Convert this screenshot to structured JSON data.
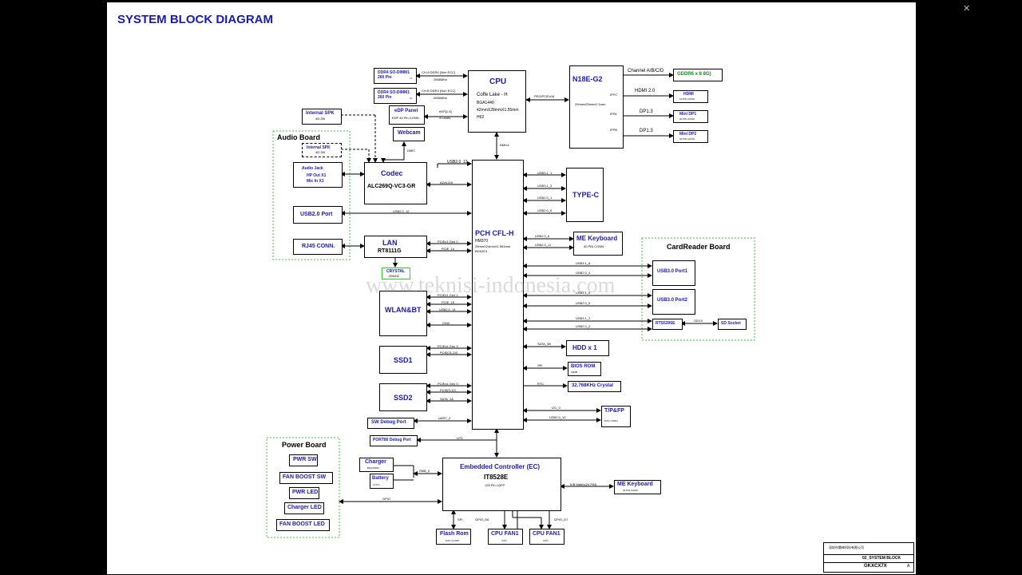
{
  "title": "SYSTEM BLOCK DIAGRAM",
  "watermark": "www.teknisi-indonesia.com",
  "groups": {
    "audio": "Audio Board",
    "cardreader": "CardReader Board",
    "power": "Power Board"
  },
  "cpu": {
    "name": "CPU",
    "sub": "Coffe Lake - H",
    "pkg": "BGA1440",
    "dim": "42mmX28mmX1.55mm",
    "sku": "H62"
  },
  "gpu": {
    "name": "N18E-G2",
    "dim": "29mmx29mmx2.1mm",
    "ifpc": "IFPC",
    "ifpa": "IFPA",
    "ifpb": "IFPB"
  },
  "gddr": {
    "label": "GDDR6 x 8 8G)",
    "bus": "Channel A/B/C/D"
  },
  "hdmi": {
    "label": "HDMI",
    "sub": "19 PIN CONN.",
    "bus": "HDMI 2.0"
  },
  "dp1": {
    "label": "Mini DP1",
    "sub": "20 PIN CONN.",
    "bus": "DP1.3"
  },
  "dp2": {
    "label": "Mini DP2",
    "sub": "20 PIN CONN.",
    "bus": "DP1.3"
  },
  "dimm1": {
    "l1": "DDR4 SO-DIMM1",
    "l2": "260 Pin",
    "bus": "CH-A DDR4 (Non ECC)",
    "speed": "2666MHz",
    "n": "14"
  },
  "dimm2": {
    "l1": "DDR4 SO-DIMM1",
    "l2": "260 Pin",
    "bus": "CH-B DDR4 (Non ECC)",
    "speed": "2666MHz",
    "n": "20"
  },
  "edp": {
    "l1": "eDP Panel",
    "l2": "EDP 40 Pin CONN.",
    "bus": "eDP[1.4]",
    "lanes": "4 Lanes"
  },
  "webcam": {
    "label": "Webcam",
    "bus": "DMIC"
  },
  "peg": "PEG/PCIEx16",
  "dmi": "DMIx4",
  "spk": {
    "l1": "Internal SPK",
    "l2": "4Ω 2W"
  },
  "spk2": {
    "l1": "Internal SPK",
    "l2": "4Ω 2W"
  },
  "codec": {
    "name": "Codec",
    "part": "ALC269Q-VC3-GR",
    "bus": "AZALIZA",
    "usb": "USB2.0_13"
  },
  "jack": {
    "l1": "Audio Jack",
    "l2": "HP Out X1",
    "l3": "Mic In X1"
  },
  "usb2port": {
    "label": "USB2.0 Port",
    "bus": "USB2.0_12"
  },
  "lan": {
    "name": "LAN",
    "part": "RT8111G",
    "bus1": "PCIEx1 Gen 2",
    "bus2": "PCIE_14"
  },
  "rj45": "RJ45 CONN.",
  "crystal": {
    "l1": "CRYSTAL",
    "l2": "25MHZ"
  },
  "pch": {
    "name": "PCH CFL-H",
    "l1": "HM370",
    "l2": "25mmX24mmX1.564mm",
    "l3": "BGA874"
  },
  "wlan": {
    "name": "WLAN&BT",
    "b1": "PCIEx1 Gen 2",
    "b2": "PCIE_15",
    "b3": "USB2.0_14",
    "b4": "CNVi"
  },
  "ssd1": {
    "name": "SSD1",
    "b1": "PCIEx4 Gen 3",
    "b2": "PCIE[21-24]"
  },
  "ssd2": {
    "name": "SSD2",
    "b1": "PCIEx4 Gen 3",
    "b2": "PCIE[9-12]",
    "b3": "SATA_1A"
  },
  "swdbg": {
    "label": "SW Debug Port",
    "bus": "UART_2"
  },
  "port80": {
    "label": "PORT80 Debug Port",
    "bus": "LPC"
  },
  "typec": {
    "name": "TYPE-C",
    "b1": "USB3.1_1",
    "b2": "USB3.1_3",
    "b3": "USB2.0_1",
    "b4": "USB2.0_5"
  },
  "mekb1": {
    "name": "ME Keyboard",
    "sub": "40 PIN CONN",
    "b1": "USB2.0_6",
    "b2": "USB2.0_11"
  },
  "usb30p1": {
    "label": "USB3.0 Port1",
    "b1": "USB3.1_6",
    "b2": "USB2.0_4"
  },
  "usb30p2": {
    "label": "USB3.0 Port2",
    "b1": "USB3.1_5",
    "b2": "USB2.0_9"
  },
  "rts": {
    "label": "RTS5306E",
    "b1": "USB3.1_2",
    "b2": "USB2.0_2",
    "sd": "SD3.0"
  },
  "sdsock": "SD Socket",
  "hdd": {
    "label": "HDD x 1",
    "bus": "SATA_0B"
  },
  "bios": {
    "label": "BIOS ROM",
    "sub": "16MB",
    "bus": "SPI"
  },
  "rtc": {
    "label": "32.768KHz Crystal",
    "bus": "RTC"
  },
  "tpfp": {
    "label": "T/P&FP",
    "sub": "8 Pin CONN.",
    "b1": "I2C_0",
    "b2": "USB2.0_10"
  },
  "ec": {
    "name": "Embedded Controller (EC)",
    "part": "IT8528E",
    "pkg": "128 Pin LQFP"
  },
  "charger": {
    "label": "Charger",
    "sub": "BQ24780S",
    "bus": "SMB_0"
  },
  "battery": {
    "label": "Battery",
    "sub": "13 Pin"
  },
  "mekb2": {
    "name": "ME Keyboard",
    "sub": "40 PIN CONN",
    "bus": "K/B Matrix(24 PIN)"
  },
  "gpio": "GPIO",
  "flash": {
    "label": "Flash Rom",
    "sub": "8 Pin N-SOP",
    "bus": "SPI"
  },
  "fan1a": {
    "label": "CPU FAN1",
    "sub": "4 Pin",
    "bus": "GPIO_D6"
  },
  "fan1b": {
    "label": "CPU FAN1",
    "sub": "4 Pin",
    "bus": "GPIO_D7"
  },
  "power": {
    "i1": "PWR SW",
    "i2": "FAN BOOST SW",
    "i3": "PWR LED",
    "i4": "Charger LED",
    "i5": "FAN BOOST LED"
  },
  "titleblock": {
    "company": "深圳市雷神科技有限公司",
    "sheet": "02_SYSTEM BLOCK",
    "model": "GKXCX7X",
    "r": "A"
  }
}
